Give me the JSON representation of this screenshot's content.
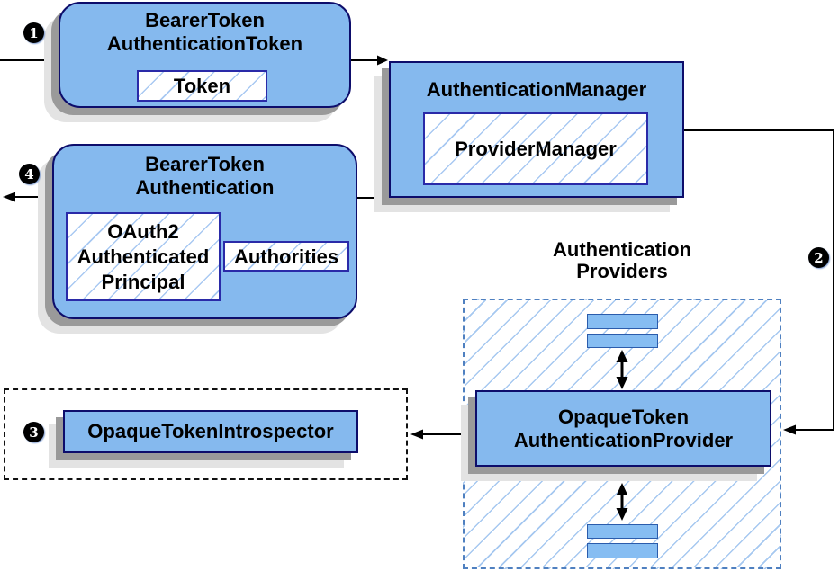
{
  "colors": {
    "node_fill": "#85b9ee",
    "node_border": "#0d0d6b",
    "inner_box_border": "#2a2aa8",
    "hatch_line": "#a6c8f0",
    "providers_container_border": "#4f80c0",
    "introspector_container_border": "#111111",
    "small_bar_fill": "#86bdf2",
    "small_bar_border": "#2b5cac",
    "shadow_dark": "#9a9a9a",
    "shadow_light": "#e3e3e3",
    "connector": "#000000",
    "badge_bg": "#000000",
    "badge_text": "#ffffff"
  },
  "badges": {
    "step1": "1",
    "step2": "2",
    "step3": "3",
    "step4": "4"
  },
  "nodes": {
    "bearer_token_authentication_token": {
      "line1": "BearerToken",
      "line2": "AuthenticationToken",
      "token_label": "Token"
    },
    "authentication_manager": {
      "title": "AuthenticationManager",
      "provider_manager": "ProviderManager"
    },
    "bearer_token_authentication": {
      "line1": "BearerToken",
      "line2": "Authentication",
      "principal_line1": "OAuth2",
      "principal_line2": "Authenticated",
      "principal_line3": "Principal",
      "authorities": "Authorities"
    },
    "opaque_token_authentication_provider": {
      "line1": "OpaqueToken",
      "line2": "AuthenticationProvider"
    },
    "opaque_token_introspector": {
      "title": "OpaqueTokenIntrospector"
    }
  },
  "labels": {
    "authentication_providers": {
      "line1": "Authentication",
      "line2": "Providers"
    }
  }
}
